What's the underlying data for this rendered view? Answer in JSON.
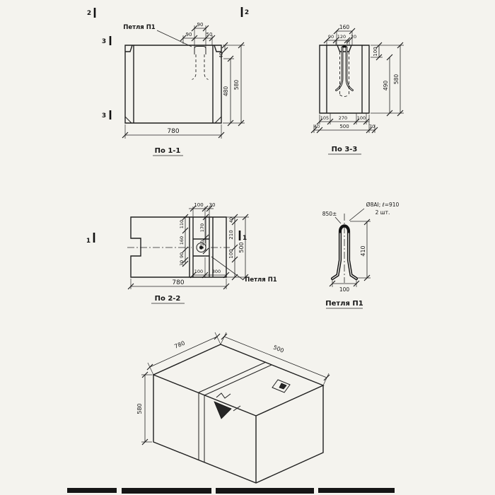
{
  "s11": {
    "caption": "По 1-1",
    "loop_label": "Петля П1",
    "dim_90a": "90",
    "dim_90b": "90",
    "dim_50": "50",
    "dim_40": "40",
    "dim_480": "480",
    "dim_580": "580",
    "dim_780": "780",
    "mark_2a": "2",
    "mark_2b": "2",
    "mark_3a": "3",
    "mark_3b": "3"
  },
  "s33": {
    "caption": "По 3-3",
    "dim_160": "160",
    "dim_90": "90",
    "dim_120": "120",
    "dim_20": "20",
    "dim_100r": "100",
    "dim_490": "490",
    "dim_580": "580",
    "dim_105": "105",
    "dim_270": "270",
    "dim_100b": "100",
    "dim_40": "40",
    "dim_500": "500",
    "dim_70": "70"
  },
  "s22": {
    "caption": "По 2-2",
    "loop_label": "Петля П1",
    "dim_100t": "100",
    "dim_30t": "30",
    "dim_170": "170",
    "dim_110a": "110",
    "dim_110b": "110",
    "dim_160": "160",
    "dim_90": "90",
    "dim_30b": "30",
    "dim_40": "40",
    "dim_210": "210",
    "dim_100r": "100",
    "dim_500": "500",
    "dim_100b": "100",
    "dim_300": "300",
    "dim_780": "780",
    "mark_1a": "1",
    "mark_1b": "1"
  },
  "loop_detail": {
    "caption": "Петля П1",
    "note_left": "850±",
    "note_spec": "Ø8АI; ℓ=910",
    "note_qty": "2 шт.",
    "dim_410": "410",
    "dim_100": "100"
  },
  "iso": {
    "dim_780": "780",
    "dim_500": "500",
    "dim_580": "580"
  }
}
